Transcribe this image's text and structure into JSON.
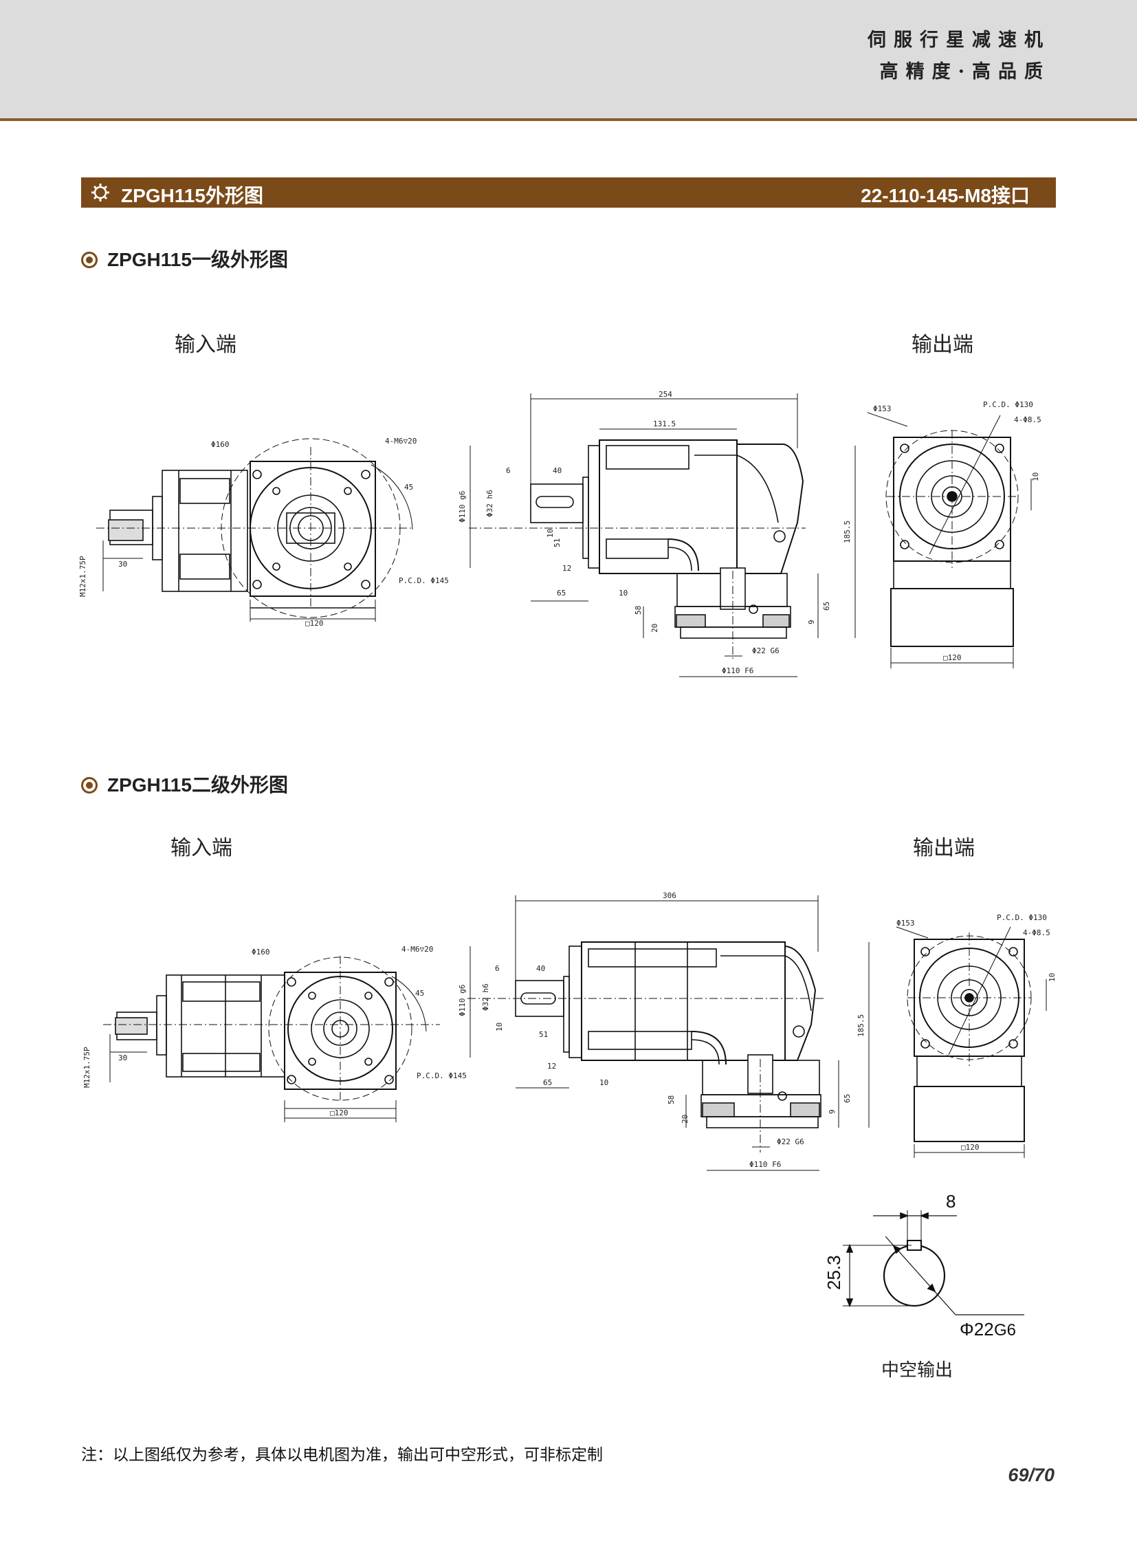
{
  "header": {
    "tagline_line1": "伺服行星减速机",
    "tagline_line2": "高精度·高品质"
  },
  "title_bar": {
    "left": "ZPGH115外形图",
    "right": "22-110-145-M8接口"
  },
  "section1": {
    "heading": "ZPGH115一级外形图",
    "input_label": "输入端",
    "output_label": "输出端",
    "dims": {
      "d160": "Φ160",
      "m6": "4-M6▽20",
      "d145pcd": "P.C.D. Φ145",
      "sq120": "□120",
      "m12": "M12x1.75P",
      "l30": "30",
      "l45": "45",
      "l254": "254",
      "l131": "131.5",
      "l6": "6",
      "l40": "40",
      "l10": "10",
      "l51": "51",
      "l12": "12",
      "l65": "65",
      "l10b": "10",
      "d110": "Φ110 g6",
      "d32": "Φ32 h6",
      "h185": "185.5",
      "h58": "58",
      "h20": "20",
      "h9": "9",
      "h65": "65",
      "d22": "Φ22 G6",
      "d110f": "Φ110 F6",
      "d153": "Φ153",
      "pcd130": "P.C.D. Φ130",
      "m85": "4-Φ8.5",
      "o10": "10",
      "osq120": "□120"
    }
  },
  "section2": {
    "heading": "ZPGH115二级外形图",
    "input_label": "输入端",
    "output_label": "输出端",
    "dims": {
      "d160": "Φ160",
      "m6": "4-M6▽20",
      "d145pcd": "P.C.D. Φ145",
      "sq120": "□120",
      "m12": "M12x1.75P",
      "l30": "30",
      "l45": "45",
      "l306": "306",
      "l6": "6",
      "l40": "40",
      "l10": "10",
      "l51": "51",
      "l12": "12",
      "l65": "65",
      "l10b": "10",
      "d110": "Φ110 g6",
      "d32": "Φ32 h6",
      "h185": "185.5",
      "h58": "58",
      "h20": "20",
      "h9": "9",
      "h65": "65",
      "d22": "Φ22 G6",
      "d110f": "Φ110 F6",
      "d153": "Φ153",
      "pcd130": "P.C.D. Φ130",
      "m85": "4-Φ8.5",
      "o10": "10",
      "osq120": "□120"
    }
  },
  "hollow": {
    "w8": "8",
    "h253": "25.3",
    "d22": "Φ22",
    "g6": "G6",
    "caption": "中空输出"
  },
  "note": "注：以上图纸仅为参考，具体以电机图为准，输出可中空形式，可非标定制",
  "page": "69/70"
}
